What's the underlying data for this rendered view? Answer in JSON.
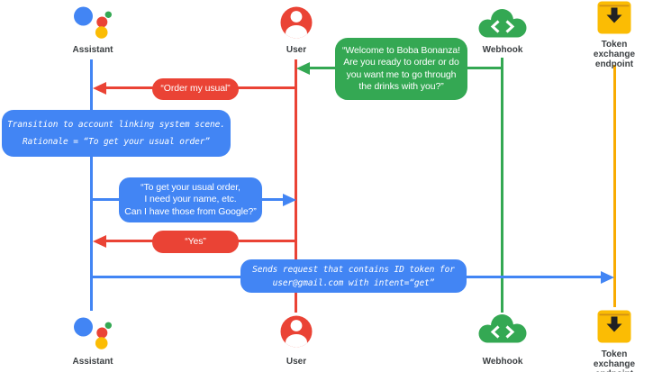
{
  "diagram": {
    "kind": "sequence-diagram",
    "palette": {
      "blue": "#4285F4",
      "red": "#EA4335",
      "green": "#34A853",
      "yellow_line": "#F9AB00",
      "yellow_icon": "#FBBC04",
      "label_text": "#3C4043"
    },
    "actors": [
      {
        "id": "assistant",
        "label": "Assistant",
        "icon": "google-assistant-logo-icon"
      },
      {
        "id": "user",
        "label": "User",
        "icon": "user-icon"
      },
      {
        "id": "webhook",
        "label": "Webhook",
        "icon": "webhook-cloud-icon"
      },
      {
        "id": "token_endpoint",
        "label": "Token exchange\nendpoint",
        "icon": "token-exchange-endpoint-icon"
      }
    ],
    "messages": [
      {
        "id": "welcome",
        "from": "webhook",
        "to": "user",
        "style": "speech",
        "color": "green",
        "text": "“Welcome to Boba Bonanza!\nAre you ready to order or do\nyou want me to go through\nthe drinks with you?”"
      },
      {
        "id": "order_my_usual",
        "from": "user",
        "to": "assistant",
        "style": "speech",
        "color": "red",
        "text": "“Order my usual”"
      },
      {
        "id": "transition_note",
        "on": "assistant",
        "style": "code-note",
        "color": "blue",
        "text": "Transition to account linking system scene.\nRationale = “To get your usual order”"
      },
      {
        "id": "ask_google",
        "from": "assistant",
        "to": "user",
        "style": "speech",
        "color": "blue",
        "text": "“To get your usual order,\nI need your name, etc.\nCan I have those from Google?”"
      },
      {
        "id": "yes",
        "from": "user",
        "to": "assistant",
        "style": "speech",
        "color": "red",
        "text": "“Yes”"
      },
      {
        "id": "send_request",
        "from": "assistant",
        "to": "token_endpoint",
        "style": "code-note",
        "color": "blue",
        "text": "Sends request that contains ID token for\nuser@gmail.com with intent=“get”"
      }
    ]
  }
}
